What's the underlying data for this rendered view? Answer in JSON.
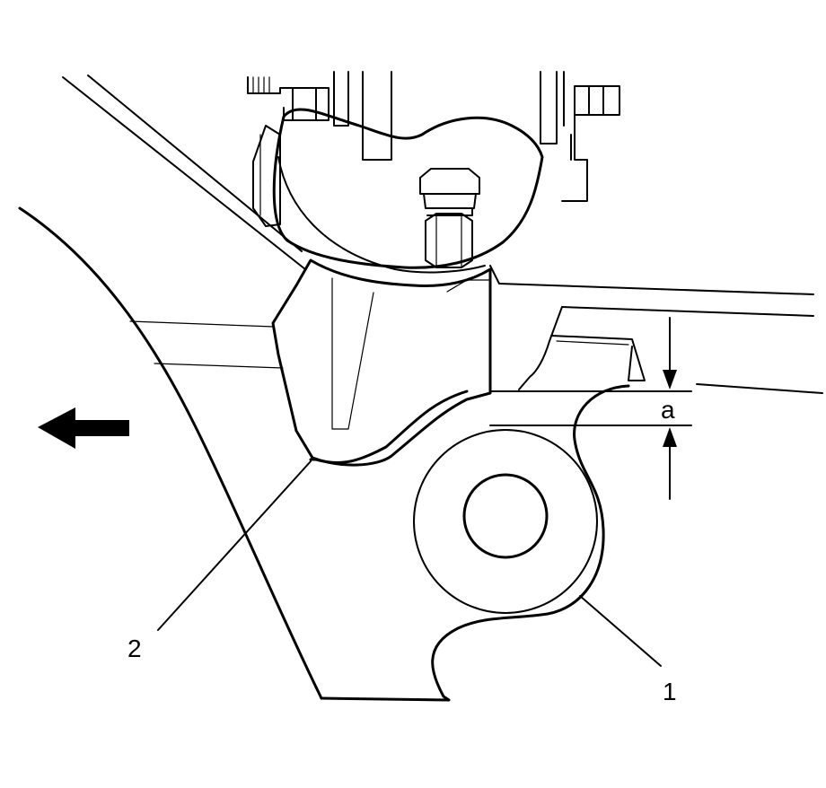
{
  "callouts": {
    "part_1": "1",
    "part_2": "2",
    "dimension_a": "a"
  },
  "icons": {
    "direction_arrow": "arrow-left-icon"
  }
}
